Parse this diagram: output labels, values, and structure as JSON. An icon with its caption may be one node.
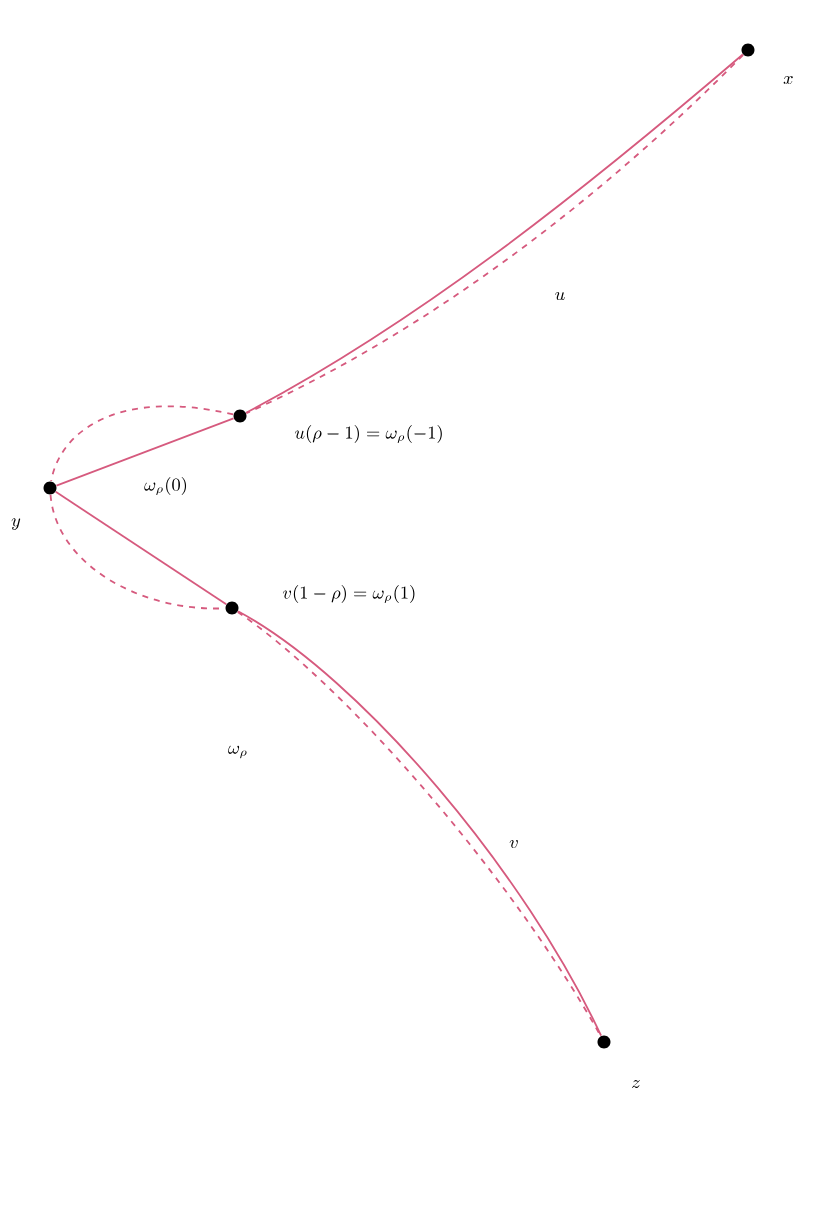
{
  "diagram": {
    "nodes": [
      {
        "text": [],
        "shape": "circle",
        "beside": [
          "x"
        ]
      },
      {
        "text": [],
        "shape": "circle",
        "beside": [
          "u(\\rho - 1) = \\omega_\\rho(-1)"
        ]
      },
      {
        "text": [],
        "shape": "circle",
        "beside": [
          "y"
        ]
      },
      {
        "text": [],
        "shape": "circle",
        "beside": [
          "v(1 - \\rho) = \\omega_\\rho(1)"
        ]
      },
      {
        "text": [],
        "shape": "circle",
        "beside": [
          "z"
        ]
      }
    ],
    "edges": [
      {
        "from": 0,
        "to": 1,
        "arrow": "none"
      },
      {
        "from": 0,
        "to": 1,
        "arrow": "none",
        "style": "dashed"
      },
      {
        "from": 1,
        "to": 2,
        "arrow": "none"
      },
      {
        "from": 1,
        "to": 2,
        "arrow": "none",
        "style": "dashed"
      },
      {
        "from": 2,
        "to": 3,
        "arrow": "none"
      },
      {
        "from": 2,
        "to": 3,
        "arrow": "none",
        "style": "dashed"
      },
      {
        "from": 3,
        "to": 4,
        "arrow": "none"
      },
      {
        "from": 3,
        "to": 4,
        "arrow": "none",
        "style": "dashed"
      }
    ],
    "labels": [
      "u",
      "\\omega_\\rho(0)",
      "\\omega_\\rho",
      "v"
    ]
  }
}
